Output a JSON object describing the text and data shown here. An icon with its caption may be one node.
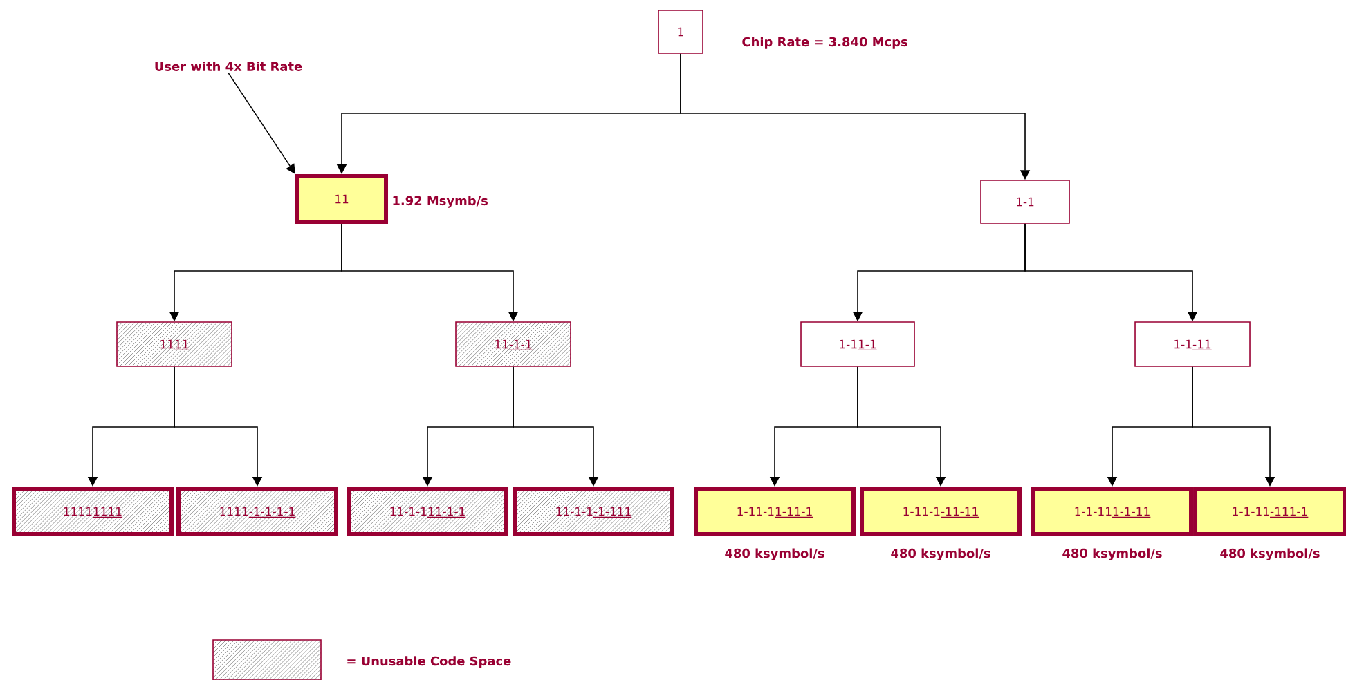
{
  "diagram": {
    "nodes": [
      {
        "text": [
          "1"
        ],
        "beside": [
          "Chip Rate = 3.840 Mcps"
        ]
      },
      {
        "text": [
          "User with 4x Bit Rate"
        ]
      },
      {
        "text": [
          "11"
        ],
        "beside": [
          "1.92 Msymb/s"
        ]
      },
      {
        "text": [
          "1-1"
        ]
      },
      {
        "text": [
          "1111"
        ]
      },
      {
        "text": [
          "11-1-1"
        ]
      },
      {
        "text": [
          "1-11-1"
        ]
      },
      {
        "text": [
          "1-1-11"
        ]
      },
      {
        "text": [
          "11111111"
        ]
      },
      {
        "text": [
          "1111-1-1-1-1"
        ]
      },
      {
        "text": [
          "11-1-111-1-1"
        ]
      },
      {
        "text": [
          "11-1-1-1-111"
        ]
      },
      {
        "text": [
          "1-11-11-11-1"
        ],
        "beside": [
          "480 ksymbol/s"
        ]
      },
      {
        "text": [
          "1-11-1-11-11"
        ],
        "beside": [
          "480 ksymbol/s"
        ]
      },
      {
        "text": [
          "1-1-111-1-11"
        ],
        "beside": [
          "480 ksymbol/s"
        ]
      },
      {
        "text": [
          "1-1-11-111-1"
        ],
        "beside": [
          "480 ksymbol/s"
        ]
      }
    ],
    "edges": [
      {
        "from": 0,
        "to": 2,
        "arrow": "to"
      },
      {
        "from": 0,
        "to": 3,
        "arrow": "to"
      },
      {
        "from": 1,
        "to": 2,
        "arrow": "to"
      },
      {
        "from": 2,
        "to": 4,
        "arrow": "to"
      },
      {
        "from": 2,
        "to": 5,
        "arrow": "to"
      },
      {
        "from": 3,
        "to": 6,
        "arrow": "to"
      },
      {
        "from": 3,
        "to": 7,
        "arrow": "to"
      },
      {
        "from": 4,
        "to": 8,
        "arrow": "to"
      },
      {
        "from": 4,
        "to": 9,
        "arrow": "to"
      },
      {
        "from": 5,
        "to": 10,
        "arrow": "to"
      },
      {
        "from": 5,
        "to": 11,
        "arrow": "to"
      },
      {
        "from": 6,
        "to": 12,
        "arrow": "to"
      },
      {
        "from": 6,
        "to": 13,
        "arrow": "to"
      },
      {
        "from": 7,
        "to": 14,
        "arrow": "to"
      },
      {
        "from": 7,
        "to": 15,
        "arrow": "to"
      }
    ],
    "legend": [
      {
        "text": "= Unusable Code Space"
      }
    ]
  }
}
